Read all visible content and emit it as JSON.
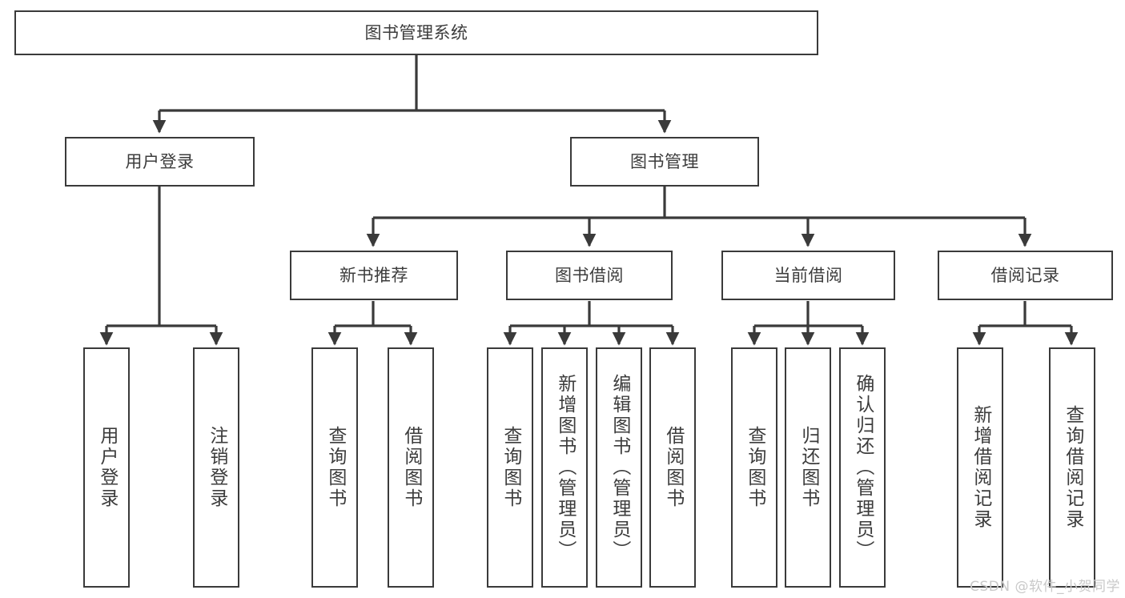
{
  "diagram": {
    "title": "图书管理系统",
    "type": "tree",
    "root": {
      "label": "图书管理系统"
    },
    "level2": [
      {
        "label": "用户登录"
      },
      {
        "label": "图书管理"
      }
    ],
    "level3": [
      {
        "label": "新书推荐"
      },
      {
        "label": "图书借阅"
      },
      {
        "label": "当前借阅"
      },
      {
        "label": "借阅记录"
      }
    ],
    "leaves": {
      "user_login": [
        {
          "label": "用户登录"
        },
        {
          "label": "注销登录"
        }
      ],
      "new_book_recommend": [
        {
          "label": "查询图书"
        },
        {
          "label": "借阅图书"
        }
      ],
      "book_borrow": [
        {
          "label": "查询图书"
        },
        {
          "label": "新增图书（管理员）"
        },
        {
          "label": "编辑图书（管理员）"
        },
        {
          "label": "借阅图书"
        }
      ],
      "current_borrow": [
        {
          "label": "查询图书"
        },
        {
          "label": "归还图书"
        },
        {
          "label": "确认归还（管理员）"
        }
      ],
      "borrow_record": [
        {
          "label": "新增借阅记录"
        },
        {
          "label": "查询借阅记录"
        }
      ]
    }
  },
  "watermark": {
    "text": "CSDN @软件_小贺同学"
  },
  "colors": {
    "box_border": "#3a3a3a",
    "text": "#3c3c3c",
    "line": "#3a3a3a",
    "background": "#ffffff",
    "watermark": "#c9c9c9"
  }
}
